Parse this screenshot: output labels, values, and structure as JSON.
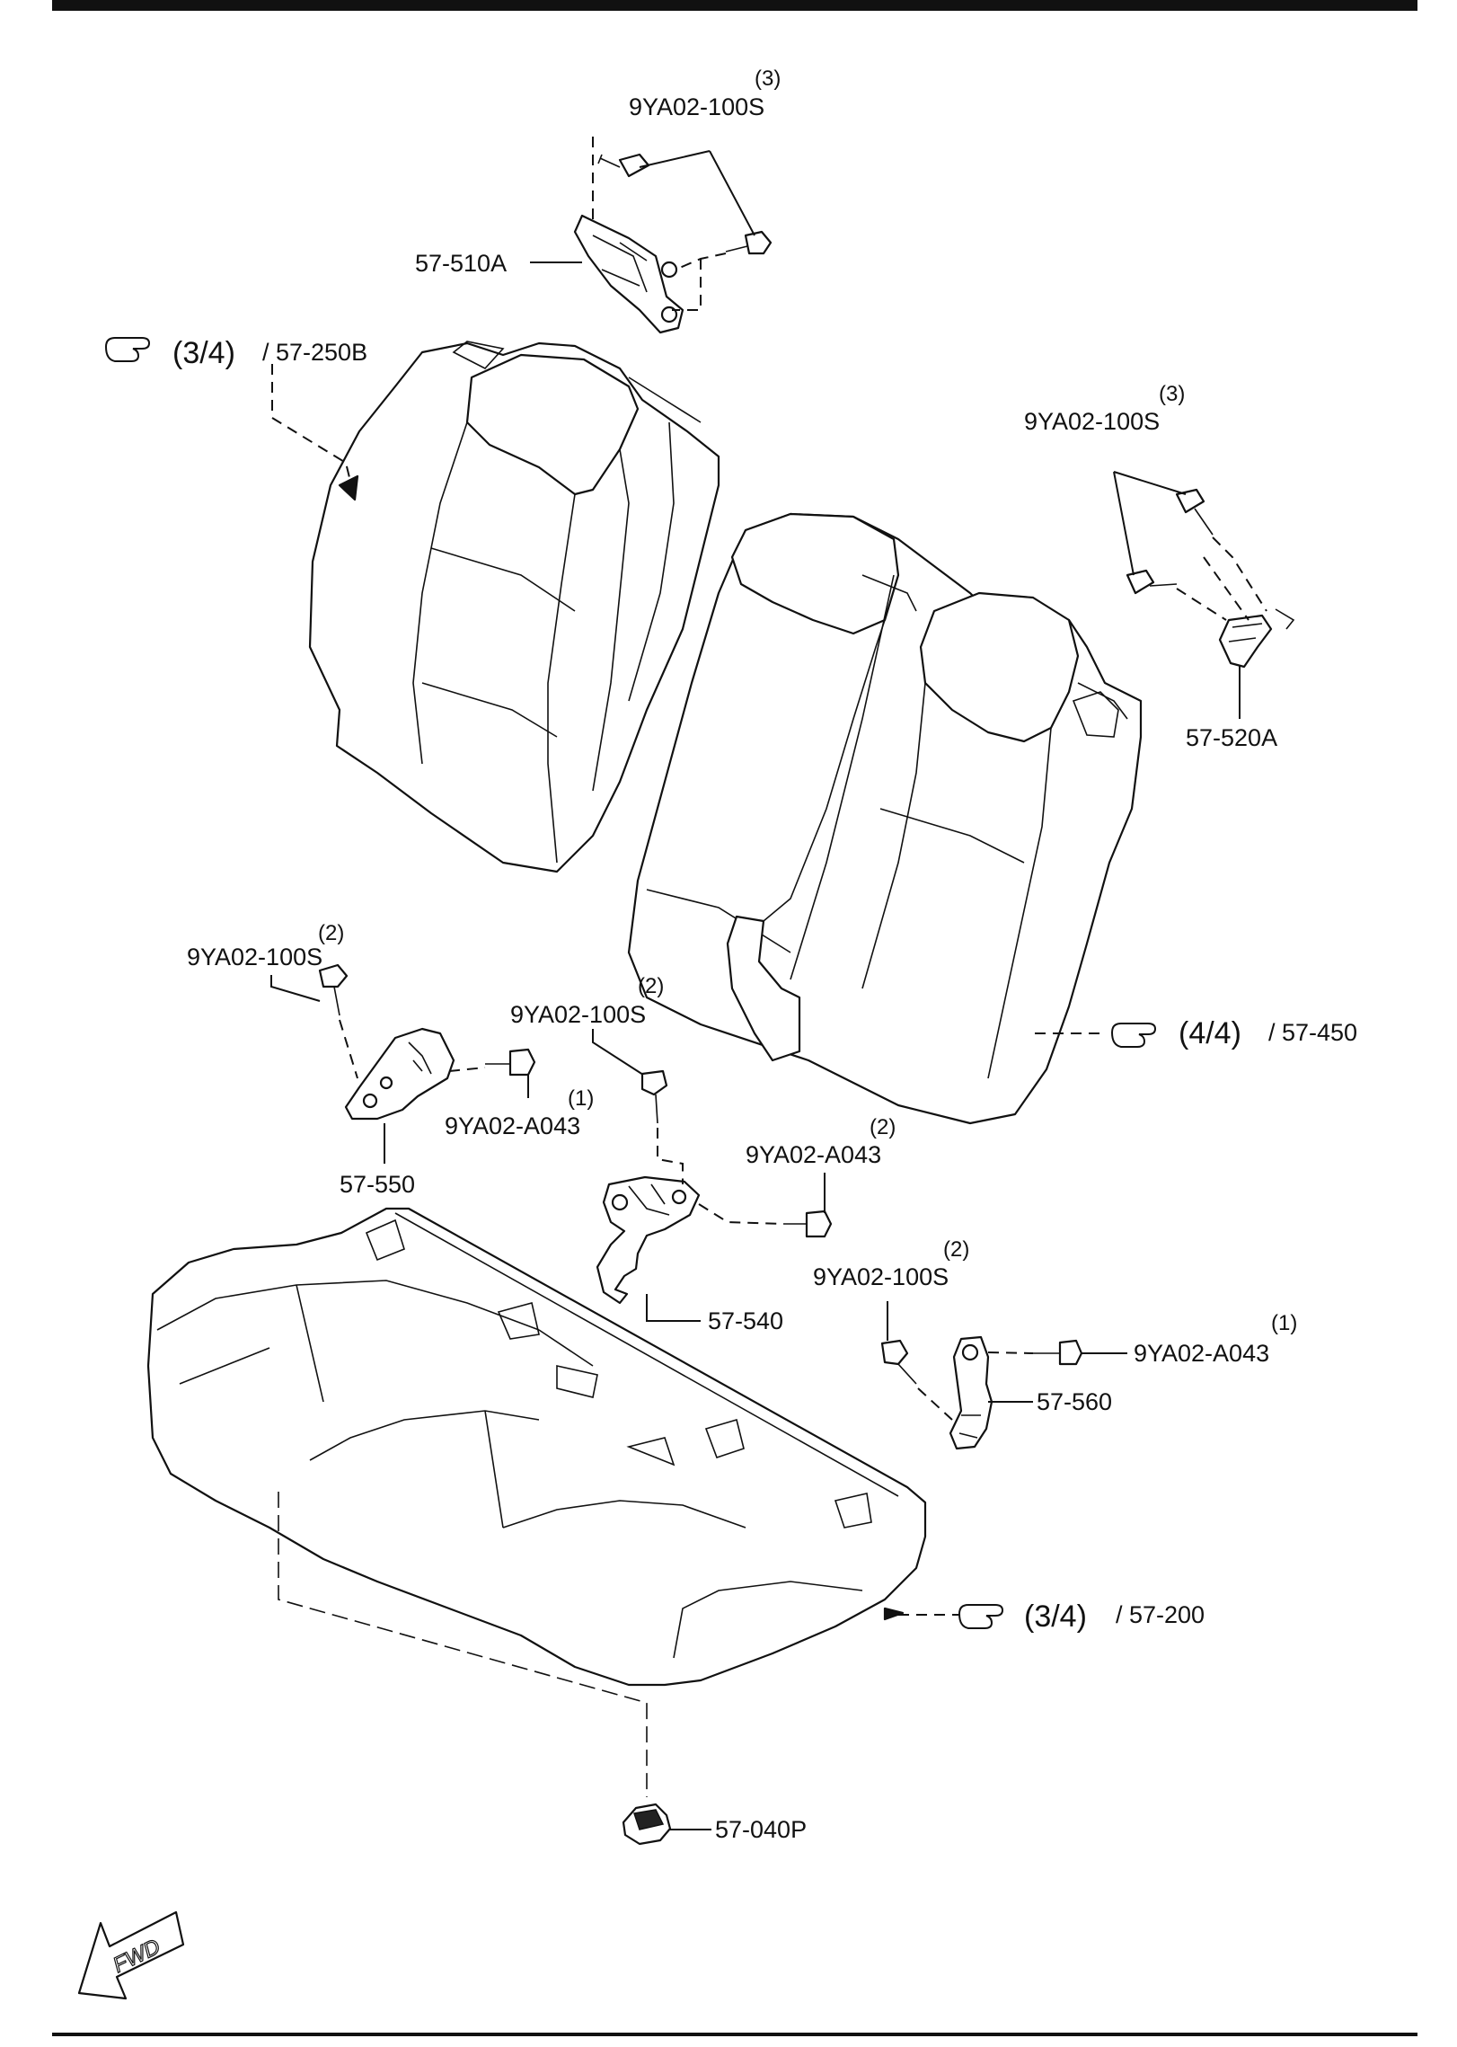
{
  "callouts": {
    "hinge_top_bolt": {
      "qty": "(3)",
      "part": "9YA02-100S"
    },
    "hinge_top": {
      "part": "57-510A"
    },
    "seatback_left": {
      "ref": "(3/4)",
      "part": "/ 57-250B"
    },
    "hinge_right_bolt": {
      "qty": "(3)",
      "part": "9YA02-100S"
    },
    "hinge_right": {
      "part": "57-520A"
    },
    "seatback_right": {
      "ref": "(4/4)",
      "part": "/ 57-450"
    },
    "bracket_left_bolt": {
      "qty": "(2)",
      "part": "9YA02-100S"
    },
    "bracket_left_nut": {
      "qty": "(1)",
      "part": "9YA02-A043"
    },
    "bracket_left": {
      "part": "57-550"
    },
    "bracket_center_bolt": {
      "qty": "(2)",
      "part": "9YA02-100S"
    },
    "bracket_center_nut": {
      "qty": "(2)",
      "part": "9YA02-A043"
    },
    "bracket_center": {
      "part": "57-540"
    },
    "bracket_right_bolt": {
      "qty": "(2)",
      "part": "9YA02-100S"
    },
    "bracket_right_nut": {
      "qty": "(1)",
      "part": "9YA02-A043"
    },
    "bracket_right": {
      "part": "57-560"
    },
    "seat_cushion": {
      "ref": "(3/4)",
      "part": "/ 57-200"
    },
    "clip": {
      "part": "57-040P"
    },
    "fwd": {
      "label": "FWD"
    }
  },
  "icons": [
    "pointing-hand-icon",
    "fwd-arrow-icon"
  ],
  "colors": {
    "line": "#111111",
    "background": "#ffffff"
  }
}
